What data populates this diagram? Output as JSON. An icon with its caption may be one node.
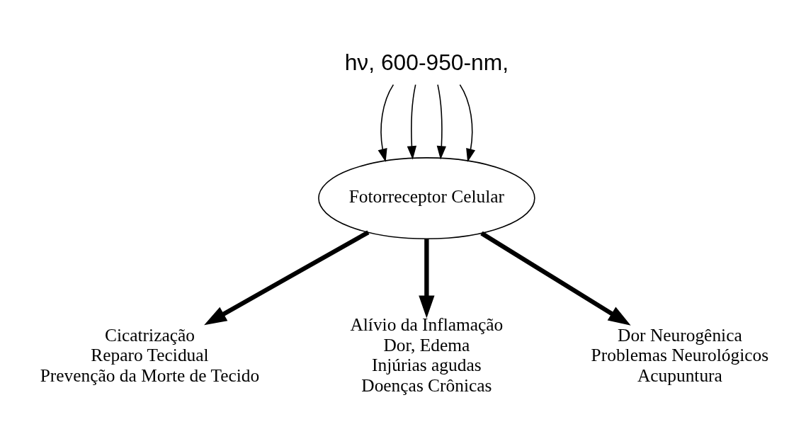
{
  "diagram": {
    "nodes": [
      {
        "text": [
          "hν, 600-950-nm,"
        ]
      },
      {
        "text": [
          "Fotorreceptor Celular"
        ]
      },
      {
        "text": [
          "Cicatrização",
          "Reparo Tecidual",
          "Prevenção da Morte de Tecido"
        ]
      },
      {
        "text": [
          "Alívio da Inflamação",
          "Dor, Edema",
          "Injúrias agudas",
          "Doenças Crônicas"
        ]
      },
      {
        "text": [
          "Dor Neurogênica",
          "Problemas Neurológicos",
          "Acupuntura"
        ]
      }
    ],
    "edges": [
      {
        "from": 0,
        "to": 1,
        "arrow": "to"
      },
      {
        "from": 0,
        "to": 1,
        "arrow": "to"
      },
      {
        "from": 0,
        "to": 1,
        "arrow": "to"
      },
      {
        "from": 0,
        "to": 1,
        "arrow": "to"
      },
      {
        "from": 1,
        "to": 2,
        "arrow": "to",
        "style": "thick"
      },
      {
        "from": 1,
        "to": 3,
        "arrow": "to",
        "style": "thick"
      },
      {
        "from": 1,
        "to": 4,
        "arrow": "to",
        "style": "thick"
      }
    ]
  }
}
